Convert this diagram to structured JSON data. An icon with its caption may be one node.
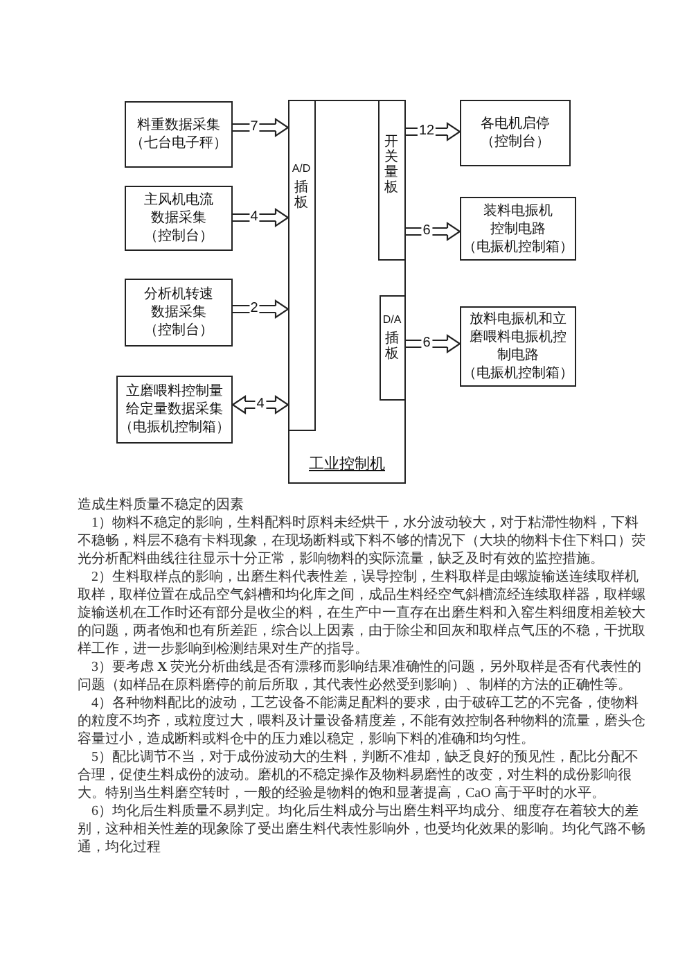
{
  "diagram": {
    "nodes": [
      {
        "text": [
          "料重数据采集",
          "（七台电子秤）"
        ]
      },
      {
        "text": [
          "主风机电流数据采集",
          "（控制台）"
        ]
      },
      {
        "text": [
          "分析机转速数据采集",
          "（控制台）"
        ]
      },
      {
        "text": [
          "立磨喂料控制量给定量数据采集",
          "（电振机控制箱）"
        ]
      },
      {
        "text": [
          "工业控制机"
        ]
      },
      {
        "text": [
          "A/D",
          "插板"
        ],
        "in": 4
      },
      {
        "text": [
          "开关量板"
        ],
        "in": 4
      },
      {
        "text": [
          "D/A",
          "插板"
        ],
        "in": 4
      },
      {
        "text": [
          "各电机启停",
          "（控制台）"
        ]
      },
      {
        "text": [
          "装料电振机控制电路",
          "（电振机控制箱）"
        ]
      },
      {
        "text": [
          "放料电振机和立磨喂料电振机控制电路",
          "（电振机控制箱）"
        ]
      }
    ],
    "edges": [
      {
        "from": 0,
        "to": 5,
        "arrow": "to",
        "label": "7"
      },
      {
        "from": 1,
        "to": 5,
        "arrow": "to",
        "label": "4"
      },
      {
        "from": 2,
        "to": 5,
        "arrow": "to",
        "label": "2"
      },
      {
        "from": 3,
        "to": 5,
        "arrow": "both",
        "label": "4"
      },
      {
        "from": 6,
        "to": 8,
        "arrow": "to",
        "label": "12"
      },
      {
        "from": 6,
        "to": 9,
        "arrow": "to",
        "label": "6"
      },
      {
        "from": 7,
        "to": 10,
        "arrow": "to",
        "label": "6"
      }
    ],
    "labels": [
      "造成生料质量不稳定的因素",
      "1）物料不稳定的影响，生料配料时原料未经烘干，水分波动较大，对于粘滞性物料，下料不稳畅，料层不稳有卡料现象，在现场断料或下料不够的情况下（大块的物料卡住下料口）荧光分析配料曲线往往显示十分正常，影响物料的实际流量，缺乏及时有效的监控措施。",
      "2）生料取样点的影响，出磨生料代表性差，误导控制，生料取样是由螺旋输送连续取样机取样，取样位置在成品空气斜槽和均化库之间，成品生料经空气斜槽流经连续取样器，取样螺旋输送机在工作时还有部分是收尘的料，在生产中一直存在出磨生料和入窑生料细度相差较大的问题，两者饱和也有所差距，综合以上因素，由于除尘和回灰和取样点气压的不稳，干扰取样工作，进一步影响到检测结果对生产的指导。",
      "3）要考虑 **X** 荧光分析曲线是否有漂移而影响结果准确性的问题，另外取样是否有代表性的问题（如样品在原料磨停的前后所取，其代表性必然受到影响）、制样的方法的正确性等。",
      "4）各种物料配比的波动，工艺设备不能满足配料的要求，由于破碎工艺的不完备，使物料的粒度不均齐，或粒度过大，喂料及计量设备精度差，不能有效控制各种物料的流量，磨头仓容量过小，造成断料或料仓中的压力难以稳定，影响下料的准确和均匀性。",
      "5）配比调节不当，对于成份波动大的生料，判断不准却，缺乏良好的预见性，配比分配不合理，促使生料成份的波动。磨机的不稳定操作及物料易磨性的改变，对生料的成份影响很大。特别当生料磨空转时，一般的经验是物料的饱和显著提高，CaO 高于平时的水平。",
      "6）均化后生料质量不易判定。均化后生料成分与出磨生料平均成分、细度存在着较大的差别，这种相关性差的现象除了受出磨生料代表性影响外，也受均化效果的影响。均化气路不畅通，均化过程"
    ]
  }
}
